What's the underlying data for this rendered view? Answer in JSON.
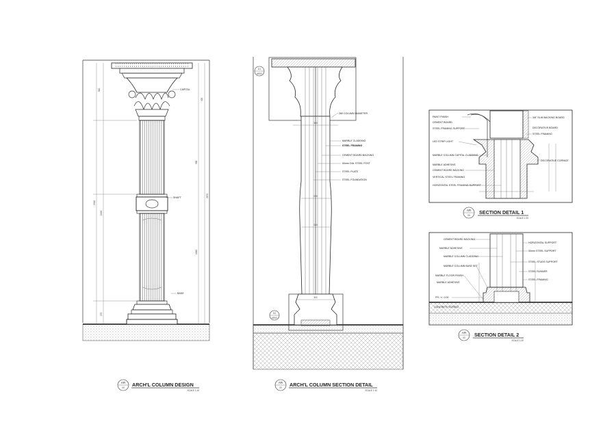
{
  "title_blocks": {
    "design": {
      "tag_top": "AR",
      "tag_bottom": "00",
      "title": "ARCH'L COLUMN DESIGN",
      "scale": "SCALE 1:10"
    },
    "section": {
      "tag_top": "AR",
      "tag_bottom": "00",
      "title": "ARCH'L COLUMN SECTION DETAIL",
      "scale": "SCALE 1:10"
    },
    "detail1": {
      "tag_top": "AR",
      "tag_bottom": "00",
      "title": "SECTION DETAIL 1",
      "scale": "SCALE 1:20"
    },
    "detail2": {
      "tag_top": "AR",
      "tag_bottom": "00",
      "title": "SECTION DETAIL 2",
      "scale": "SCALE 1:20"
    }
  },
  "design_notes": {
    "capital": "CAPITAL",
    "shaft": "SHAFT",
    "base": "BASE"
  },
  "design_dims": {
    "d1": "610",
    "d2": "2910",
    "d3": "2496",
    "d4": "420",
    "d5": "580",
    "d6": "1060",
    "d7": "270",
    "d8": "2670"
  },
  "section_markers": {
    "m1_top": "D1",
    "m1_bottom": "AR00",
    "m2_top": "D2",
    "m2_bottom": "AR00"
  },
  "section_notes": {
    "diameter": "280 COLUMN DIAMETER",
    "items": [
      "MARBLE CLADDING",
      "STEEL FRAMING",
      "CEMENT BOARD BACKING",
      "50mm DIA. STEEL POST",
      "STEEL PLATE",
      "STEEL FOUNDATION"
    ]
  },
  "section_dims": {
    "s1": "300",
    "s2": "250",
    "s3": "280",
    "s4": "300"
  },
  "detail1_notes": {
    "left": [
      "PAINT FINISH",
      "CEMENT BOARD",
      "STEEL FRAMING SUPPORT",
      "LED STRIP LIGHT",
      "MARBLE COLUMN CAPITAL CLADDING",
      "MARBLE ADHESIVE",
      "CEMENT BOARD BACKING",
      "VERTICAL STEEL FRAMING",
      "HORIZONTAL STEEL FRAMING SUPPORT"
    ],
    "right": [
      "3/8\" SLIM BACKING BOARD",
      "DECORATIVE BOARD",
      "STEEL FRAMING",
      "DECORATIVE CORNICE"
    ]
  },
  "detail2_notes": {
    "left": [
      "CEMENT BOARD BACKING",
      "MARBLE ADHESIVE",
      "MARBLE COLUMN CLADDING",
      "MARBLE COLUMN BASE SET",
      "MARBLE FLOOR FINISH",
      "MARBLE ADHESIVE",
      "FFL +/- 0.00",
      "CONCRETE SCREED"
    ],
    "right": [
      "HORIZONTAL SUPPORT",
      "50mm STEEL SUPPORT",
      "STEEL STUDS SUPPORT",
      "STEEL RUNNER",
      "STEEL FRAMING"
    ]
  },
  "colors": {
    "line": "#333333",
    "paper": "#ffffff",
    "hatch": "#888888"
  }
}
